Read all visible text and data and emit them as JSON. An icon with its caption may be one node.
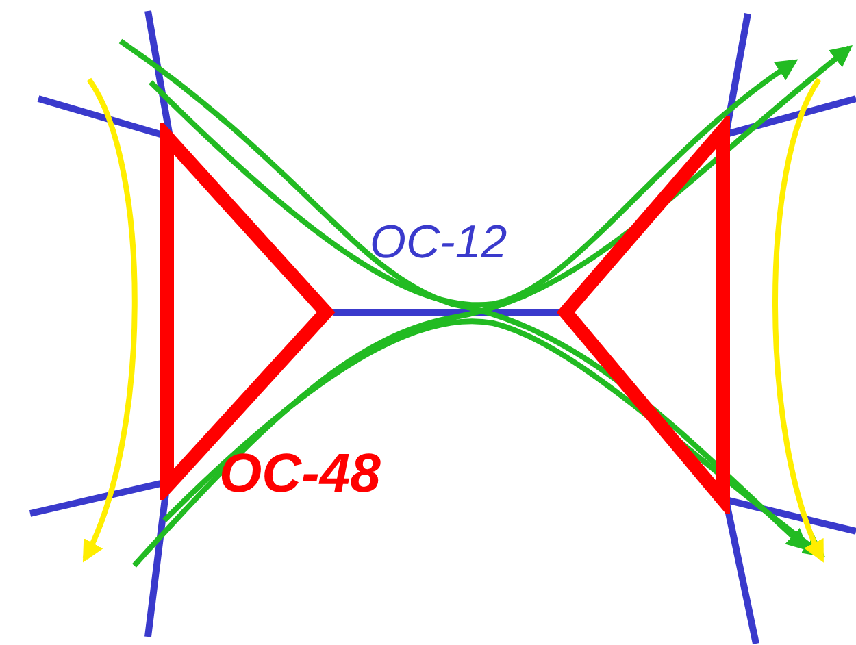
{
  "diagram": {
    "nodes": [
      {
        "text": [],
        "shape": "triangle"
      },
      {
        "text": [],
        "shape": "triangle"
      }
    ],
    "edges": [
      {
        "from": 0,
        "to": 1,
        "arrow": "none",
        "label": "OC-12",
        "color": "#3a3acc"
      }
    ],
    "labels": [
      "OC-48"
    ]
  }
}
